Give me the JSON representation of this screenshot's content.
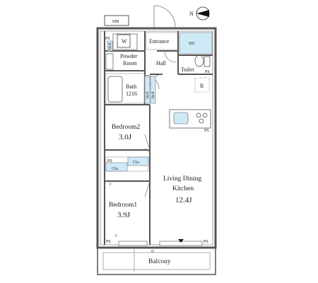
{
  "labels": {
    "mb": "MB",
    "w": "W",
    "ps_top": "PS",
    "shelf_top": "Shelf",
    "powder_room": [
      "Powder",
      "Room"
    ],
    "entrance": "Entrance",
    "sic": "SIC",
    "hall": "Hall",
    "toilet": "Toilet",
    "ps_toilet": "PS",
    "bath": [
      "Bath",
      "1216"
    ],
    "shelf_a": "Shelf",
    "shelf_b": "Shelf",
    "r": "R",
    "ps_kitchen": "PS",
    "bedroom2": [
      "Bedroom2",
      "3.0J"
    ],
    "ps_mid": "PS",
    "clo_a": "Clo.",
    "clo_b": "Clo.",
    "ldk": [
      "Living Dining",
      "Kitchen",
      "12.4J"
    ],
    "bedroom1": [
      "Bedroom1",
      "3.9J"
    ],
    "ps_bottom_left": "PS",
    "ps_bottom_right": "PS",
    "balcony": "Balcony"
  },
  "compass": {
    "letter": "N"
  },
  "colors": {
    "wall": "#555555",
    "cyan": "#cfeaf7",
    "line": "#777777"
  }
}
